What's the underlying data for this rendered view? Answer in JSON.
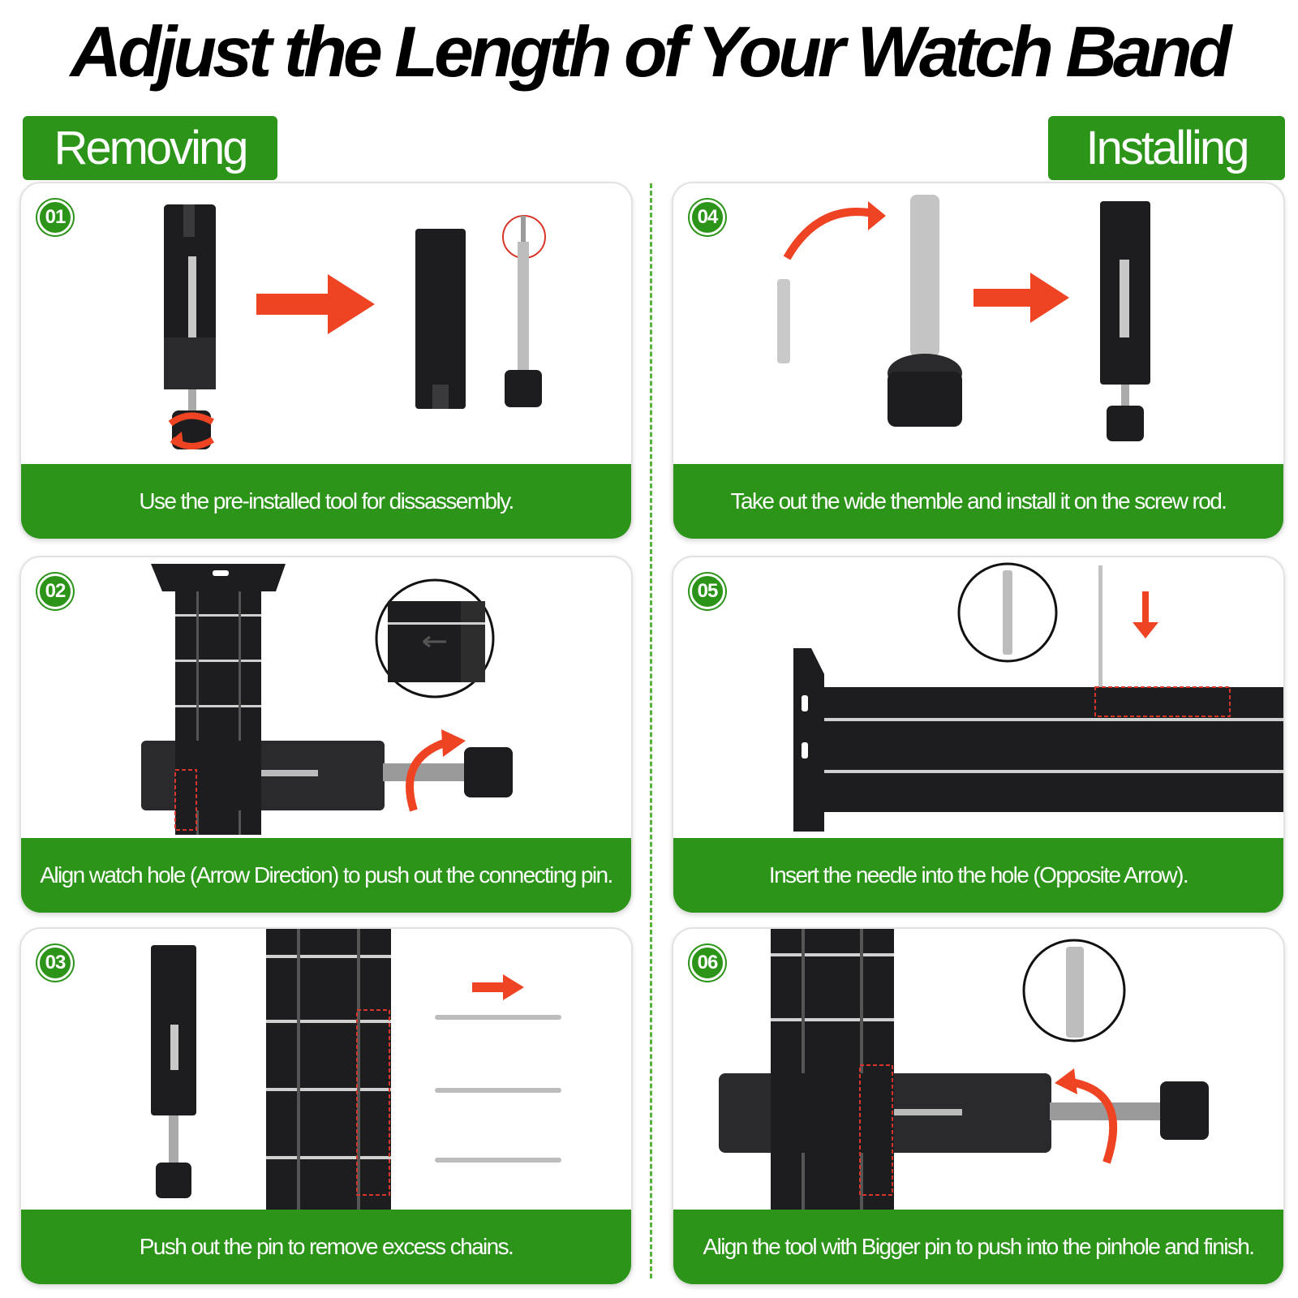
{
  "title": "Adjust the Length of Your Watch Band",
  "sections": {
    "removing": "Removing",
    "installing": "Installing"
  },
  "steps": [
    {
      "number": "01",
      "caption": "Use the pre-installed tool for dissassembly."
    },
    {
      "number": "02",
      "caption": "Align watch hole (Arrow Direction) to push out the connecting pin."
    },
    {
      "number": "03",
      "caption": "Push out the pin to remove excess chains."
    },
    {
      "number": "04",
      "caption": "Take out the wide themble and install it on the screw rod."
    },
    {
      "number": "05",
      "caption": "Insert the needle into the hole (Opposite Arrow)."
    },
    {
      "number": "06",
      "caption": "Align the tool with Bigger pin to push into the pinhole and finish."
    }
  ],
  "colors": {
    "green": "#2c9418",
    "arrow_red": "#ef4423",
    "tool_black": "#1d1d1f"
  }
}
